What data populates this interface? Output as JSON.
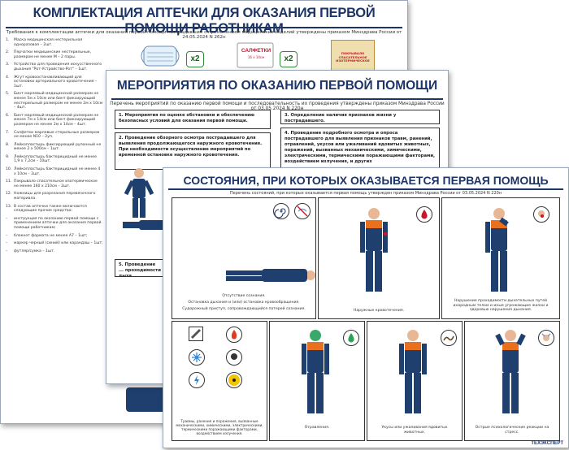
{
  "sheet1": {
    "title": "КОМПЛЕКТАЦИЯ АПТЕЧКИ ДЛЯ ОКАЗАНИЯ ПЕРВОЙ ПОМОЩИ РАБОТНИКАМ",
    "subtitle": "Требования к комплектации аптечки для оказания первой помощи пострадавшим с применением медицинских изделий утверждены приказом Минздрава России от 24.05.2024 N 262н",
    "items": [
      {
        "n": "1.",
        "text": "Маска медицинская нестерильная одноразовая – 2шт."
      },
      {
        "n": "2.",
        "text": "Перчатки медицинские нестерильные, размером не менее M – 2 пары."
      },
      {
        "n": "3.",
        "text": "Устройство для проведения искусственного дыхания \"Рот-Устройство-Рот\" – 1шт."
      },
      {
        "n": "4.",
        "text": "Жгут кровоостанавливающий для остановки артериального кровотечения – 1шт."
      },
      {
        "n": "5.",
        "text": "Бинт марлевый медицинский размером не менее 5м x 10см или бинт фиксирующий нестерильный размером не менее 2м x 10см – 4шт."
      },
      {
        "n": "6.",
        "text": "Бинт марлевый медицинский размером не менее 7м x 14см или бинт фиксирующий размером не менее 2м x 14см – 4шт."
      },
      {
        "n": "7.",
        "text": "Салфетки марлевые стерильные размером не менее N10 – 2уп."
      },
      {
        "n": "8.",
        "text": "Лейкопластырь фиксирующий рулонный не менее 2 x 500см – 1шт."
      },
      {
        "n": "9.",
        "text": "Лейкопластырь бактерицидный не менее 1,9 x 7,2см – 10шт."
      },
      {
        "n": "10.",
        "text": "Лейкопластырь бактерицидный не менее 4 x 10см – 2шт."
      },
      {
        "n": "11.",
        "text": "Покрывало спасательное изотермическое не менее 160 x 210см – 2шт."
      },
      {
        "n": "12.",
        "text": "Ножницы для разрезания перевязочного материала."
      },
      {
        "n": "13.",
        "text": "В состав аптечки также включаются следующие прочие средства:"
      },
      {
        "n": "–",
        "text": "инструкция по оказанию первой помощи с применением аптечки для оказания первой помощи работникам;"
      },
      {
        "n": "–",
        "text": "блокнот формата не менее А7 – 1шт;"
      },
      {
        "n": "–",
        "text": "маркер черный (синий) или карандаш – 1шт;"
      },
      {
        "n": "–",
        "text": "футляр/сумка – 1шт."
      }
    ],
    "products": [
      {
        "badge": "x2"
      },
      {
        "label": "САЛФЕТКИ",
        "size": "16 x 14см",
        "badge": "x2"
      },
      {
        "label": "ПОКРЫВАЛО СПАСАТЕЛЬНОЕ ИЗОТЕРМИЧЕСКОЕ"
      }
    ]
  },
  "sheet2": {
    "title": "МЕРОПРИЯТИЯ ПО ОКАЗАНИЮ ПЕРВОЙ ПОМОЩИ",
    "subtitle": "Перечень мероприятий по оказанию первой помощи и последовательность их проведения утверждены приказом Минздрава России от 03.05.2024 N 220н",
    "box1": "1. Мероприятия по оценке обстановки и обеспечению безопасных условий для оказания первой помощи.",
    "box2": "2. Проведение обзорного осмотра пострадавшего для выявления продолжающегося наружного кровотечения. При необходимости осуществление мероприятий по временной остановке наружного кровотечения.",
    "box3": "3. Определение наличия признаков жизни у пострадавшего.",
    "box4": "4. Проведение подробного осмотра и опроса пострадавшего для выявления признаков травм, ранений, отравлений, укусов или ужаливаний ядовитых животных, поражений, вызванных механическими, химическими, электрическими, термическими поражающими факторами, воздействием излучения, и других",
    "box5": "5. Проведение ... проходимости дыха..."
  },
  "sheet3": {
    "title": "СОСТОЯНИЯ, ПРИ КОТОРЫХ ОКАЗЫВАЕТСЯ ПЕРВАЯ ПОМОЩЬ",
    "subtitle": "Перечень состояний, при которых оказывается первая помощь утвержден приказом Минздрава России от 03.05.2024 N 220н",
    "captions": {
      "unconscious": [
        "Отсутствие сознания.",
        "Остановка дыхания и (или) остановка кровообращения.",
        "Судорожный приступ, сопровождающийся потерей сознания."
      ],
      "bleeding": "Наружные кровотечения.",
      "airway": "Нарушение проходимости дыхательных путей инородным телом и иные угрожающие жизни и здоровью нарушения дыхания.",
      "injuries": "Травмы, ранения и поражения, вызванные механическими, химическими, электрическими, термическими поражающими факторами, воздействием излучения.",
      "poisoning": "Отравления.",
      "bites": "Укусы или ужаливания ядовитых животных.",
      "psych": "Острые психологические реакции на стресс."
    },
    "logo": "ТЕХЭКСПЕРТ"
  },
  "colors": {
    "accent": "#1d3566",
    "uniform": "#1f3f6e",
    "safety_orange": "#e8701e",
    "blood": "#c7162b"
  }
}
